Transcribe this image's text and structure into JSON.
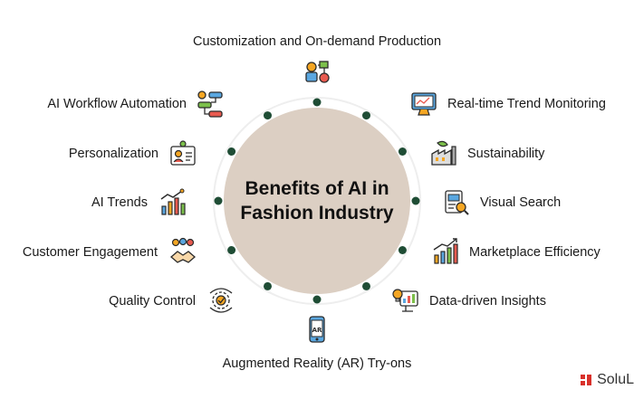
{
  "center": {
    "line1": "Benefits of AI in",
    "line2": "Fashion Industry"
  },
  "benefits": {
    "top": "Customization and On-demand Production",
    "workflow": "AI Workflow Automation",
    "personalization": "Personalization",
    "trends": "AI Trends",
    "engagement": "Customer Engagement",
    "quality": "Quality Control",
    "bottom": "Augmented Reality (AR) Try-ons",
    "realtime": "Real-time Trend Monitoring",
    "sustainability": "Sustainability",
    "visual_search": "Visual Search",
    "marketplace": "Marketplace Efficiency",
    "insights": "Data-driven Insights"
  },
  "icons": {
    "top": "customization-icon",
    "workflow": "workflow-icon",
    "personalization": "profile-card-icon",
    "trends": "trend-chart-icon",
    "engagement": "handshake-icon",
    "quality": "quality-gear-icon",
    "bottom": "ar-phone-icon",
    "realtime": "monitor-icon",
    "sustainability": "eco-factory-icon",
    "visual_search": "search-document-icon",
    "marketplace": "growth-chart-icon",
    "insights": "insight-bulb-icon"
  },
  "brand": {
    "text": "SoluL"
  },
  "colors": {
    "circle_fill": "#dccfc3",
    "dot": "#1f4d35",
    "icon_outline": "#2b2b2b",
    "icon_orange": "#f5a623",
    "icon_blue": "#5aa7e0",
    "icon_red": "#e85a4f",
    "icon_green": "#7cc04b"
  }
}
